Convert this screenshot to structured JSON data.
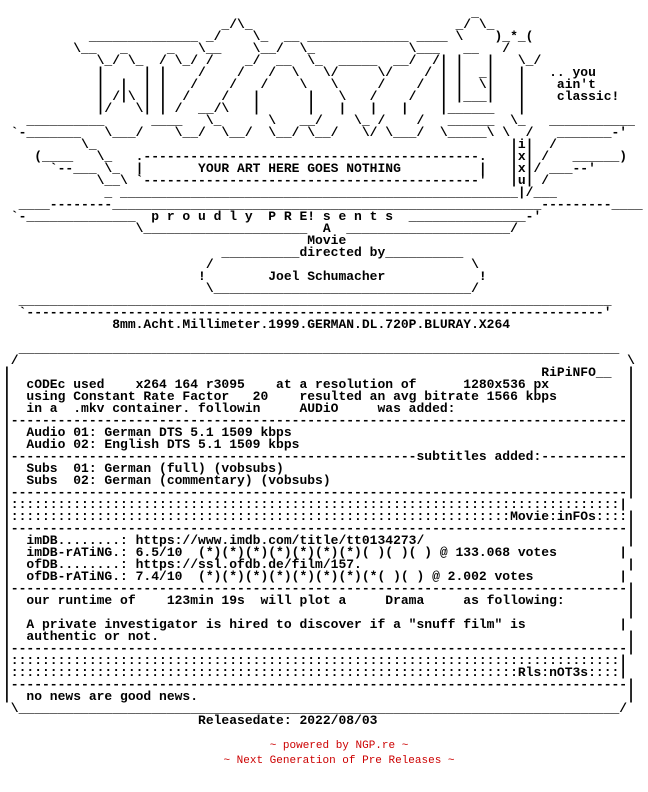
{
  "nfo": {
    "lines": [
      "                                                            _",
      "                            _/\\_                          _/ \\_",
      "           ______________ _/    \\_  __ _____________ ____ \\    )_*_(",
      "         \\__   _     _   \\__    \\__/  \\_            \\___   __   /",
      "            \\_/ \\_  / \\_/ /    _/  __  \\_  _____  __/  /| |   |   \\_/",
      "            |     | |    /    /   /  \\   \\/     \\/    / | |  _|   |   .. you",
      "            |  |  | |   /    /   /    \\   \\     /    /  | |  \\|   |    ain't",
      "            | /|\\ | |  /    /   |      |   \\   /    /   | |___|   |    classic!",
      "            |/   \\| | /  __/\\   |      |   |   |   |    |______   |",
      "   __________      ____   \\_      \\   __/    \\_ /    /   ______  \\_   ___________",
      " `-_______   \\___/    \\__/  \\__/  \\__/ \\__/   \\/ \\___/  \\_____\\ \\  /   _______-'",
      "          \\_                                                     |i|  /",
      "    (____   \\_   .-------------------------------------------.   |x| /   ______)",
      "      `--___ \\_  |       YOUR ART HERE GOES NOTHING          |   |x|/ ___--'",
      "            \\__\\ `-------------------------------------------'   |u| /",
      "             _ ___________________________________________________|/___",
      "  ____--------_______________________________________________________---------____",
      " `-______________  p r o u d l y  P R E! s e n t s  _______________-'",
      "                 \\_____________________  A  _____________________/",
      "                                       Movie",
      "                            __________directed by__________",
      "                          /                                 \\",
      "                         !        Joel Schumacher            !",
      "                          \\_________________________________/",
      "  ____________________________________________________________________________",
      "  `--------------------------------------------------------------------------'",
      "              8mm.Acht.Millimeter.1999.GERMAN.DL.720P.BLURAY.X264",
      "",
      "  _____________________________________________________________________________",
      " /                                                                              \\",
      "|                                                                    RiPiNFO__  |",
      "|  cODEc used    x264 164 r3095    at a resolution of      1280x536 px          |",
      "|  using Constant Rate Factor   20    resulted an avg bitrate 1566 kbps         |",
      "|  in a  .mkv container. followin     AUDiO     was added:                      |",
      "|-------------------------------------------------------------------------------|",
      "|  Audio 01: German DTS 5.1 1509 kbps                                           |",
      "|  Audio 02: English DTS 5.1 1509 kbps                                          |",
      "|----------------------------------------------------subtitles added:-----------|",
      "|  Subs  01: German (full) (vobsubs)                                            |",
      "|  Subs  02: German (commentary) (vobsubs)                                      |",
      "|-------------------------------------------------------------------------------|",
      "|::::::::::::::::::::::::::::::::::::::::::::::::::::::::::::::::::::::::::::::|",
      "|::::::::::::::::::::::::::::::::::::::::::::::::::::::::::::::::Movie:inFOs::::|",
      "|-------------------------------------------------------------------------------|",
      "|  imDB........: https://www.imdb.com/title/tt0134273/                          |",
      "|  imDB-rATiNG.: 6.5/10  (*)(*)(*)(*)(*)(*)(*)( )( )( ) @ 133.068 votes        |",
      "|  ofDB........: https://ssl.ofdb.de/film/157.                                  |",
      "|  ofDB-rATiNG.: 7.4/10  (*)(*)(*)(*)(*)(*)(*)(*( )( ) @ 2.002 votes           |",
      "|-------------------------------------------------------------------------------|",
      "|  our runtime of    123min 19s  will plot a     Drama     as following:        |",
      "|                                                                               |",
      "|  A private investigator is hired to discover if a \"snuff film\" is            |",
      "|  authentic or not.                                                            |",
      "|-------------------------------------------------------------------------------|",
      "|::::::::::::::::::::::::::::::::::::::::::::::::::::::::::::::::::::::::::::::|",
      "|:::::::::::::::::::::::::::::::::::::::::::::::::::::::::::::::::Rls:nOT3s::::|",
      "|-------------------------------------------------------------------------------|",
      "|  no news are good news.                                                       |",
      " \\_____________________________________________________________________________/",
      "                         Releasedate: 2022/08/03"
    ]
  },
  "footer": {
    "line1": "~ powered by NGP.re ~",
    "line2": "~ Next Generation of Pre Releases ~",
    "color": "#cc0000"
  }
}
